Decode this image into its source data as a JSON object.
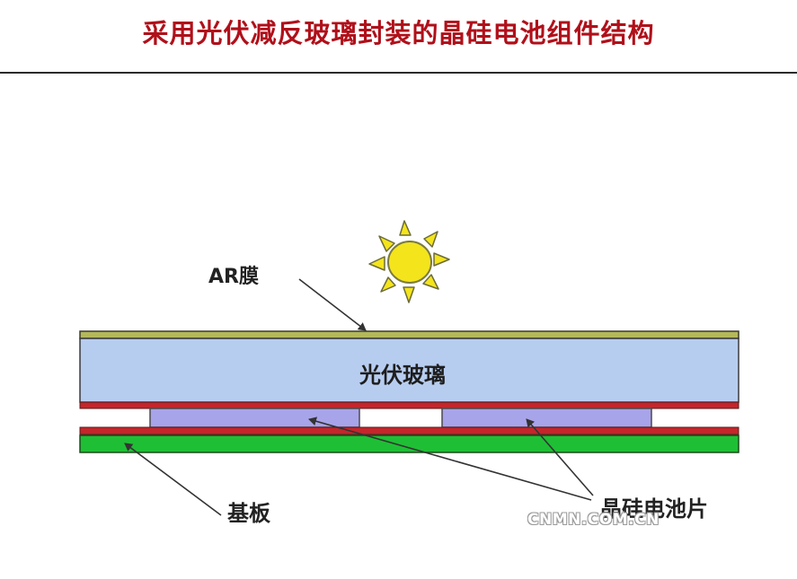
{
  "slide": {
    "title": "采用光伏减反玻璃封装的晶硅电池组件结构"
  },
  "diagram": {
    "labels": {
      "ar_film": "AR膜",
      "pv_glass": "光伏玻璃",
      "substrate": "基板",
      "cells": "晶硅电池片"
    },
    "colors": {
      "title": "#b0101a",
      "ar_film": "#b4b85a",
      "glass": "#b7cdf0",
      "encapsulant": "#c4262b",
      "cell": "#a8a4ea",
      "substrate": "#1fbf35",
      "sun": "#f4e41c"
    }
  },
  "watermark": {
    "text": "CNMN.COM.CN"
  }
}
